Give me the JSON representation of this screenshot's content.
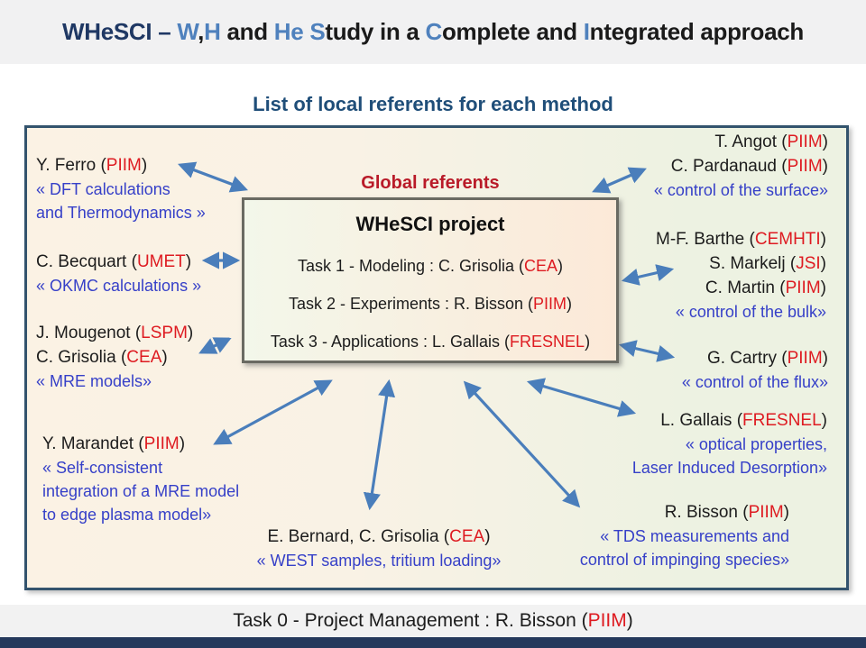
{
  "colors": {
    "title_navy": "#1f3864",
    "title_accent_blue": "#4f81bd",
    "subtitle_navy": "#1f4e79",
    "org_red": "#de1b21",
    "global_referents_red": "#b91a28",
    "method_blue": "#3640c8",
    "arrow_blue": "#4a7ebb",
    "outer_box_border": "#33536d",
    "footer_bar_navy": "#25395c"
  },
  "title": {
    "segments": [
      {
        "text": "WHeSCI – "
      },
      {
        "text": "W"
      },
      {
        "text": ","
      },
      {
        "text": "H"
      },
      {
        "text": " and "
      },
      {
        "text": "He "
      },
      {
        "text": "S"
      },
      {
        "text": "tudy in a "
      },
      {
        "text": "C"
      },
      {
        "text": "omplete and "
      },
      {
        "text": "I"
      },
      {
        "text": "ntegrated approach"
      }
    ]
  },
  "subtitle": "List of local referents for each method",
  "diagram": {
    "global_referents_label": "Global referents",
    "project_box": {
      "title": "WHeSCI project",
      "tasks": [
        {
          "pre": "Task 1 - Modeling : C. Grisolia (",
          "org": "CEA",
          "post": ")"
        },
        {
          "pre": "Task 2 - Experiments : R. Bisson (",
          "org": "PIIM",
          "post": ")"
        },
        {
          "pre": "Task 3 - Applications : L. Gallais (",
          "org": "FRESNEL",
          "post": ")"
        }
      ]
    },
    "referents": {
      "ferro": {
        "names": [
          {
            "pre": "Y. Ferro (",
            "org": "PIIM",
            "post": ")"
          }
        ],
        "methods": [
          "« DFT calculations",
          "and Thermodynamics »"
        ]
      },
      "becquart": {
        "names": [
          {
            "pre": "C. Becquart (",
            "org": "UMET",
            "post": ")"
          }
        ],
        "methods": [
          "« OKMC calculations »"
        ]
      },
      "mougenot": {
        "names": [
          {
            "pre": "J. Mougenot (",
            "org": "LSPM",
            "post": ")"
          },
          {
            "pre": "C. Grisolia (",
            "org": "CEA",
            "post": ")"
          }
        ],
        "methods": [
          "« MRE models»"
        ]
      },
      "marandet": {
        "names": [
          {
            "pre": "Y. Marandet (",
            "org": "PIIM",
            "post": ")"
          }
        ],
        "methods": [
          "« Self-consistent",
          "integration of a MRE model",
          "to edge plasma model»"
        ]
      },
      "bernard": {
        "names": [
          {
            "pre": "E. Bernard, C. Grisolia (",
            "org": "CEA",
            "post": ")"
          }
        ],
        "methods": [
          "« WEST samples, tritium loading»"
        ]
      },
      "angot": {
        "names": [
          {
            "pre": "T. Angot (",
            "org": "PIIM",
            "post": ")"
          },
          {
            "pre": "C. Pardanaud (",
            "org": "PIIM",
            "post": ")"
          }
        ],
        "methods": [
          "« control of the surface»"
        ]
      },
      "barthe": {
        "names": [
          {
            "pre": "M-F. Barthe (",
            "org": "CEMHTI",
            "post": ")"
          },
          {
            "pre": "S. Markelj (",
            "org": "JSI",
            "post": ")"
          },
          {
            "pre": "C. Martin (",
            "org": "PIIM",
            "post": ")"
          }
        ],
        "methods": [
          "« control of the bulk»"
        ]
      },
      "cartry": {
        "names": [
          {
            "pre": "G. Cartry (",
            "org": "PIIM",
            "post": ")"
          }
        ],
        "methods": [
          "« control of the flux»"
        ]
      },
      "gallais": {
        "names": [
          {
            "pre": "L. Gallais (",
            "org": "FRESNEL",
            "post": ")"
          }
        ],
        "methods": [
          "« optical properties,",
          "Laser Induced Desorption»"
        ]
      },
      "bisson": {
        "names": [
          {
            "pre": "R. Bisson (",
            "org": "PIIM",
            "post": ")"
          }
        ],
        "methods": [
          "« TDS measurements and",
          "control of impinging species»"
        ]
      }
    }
  },
  "footer": {
    "pre": "Task 0 - Project Management : R. Bisson (",
    "org": "PIIM",
    "post": ")"
  }
}
